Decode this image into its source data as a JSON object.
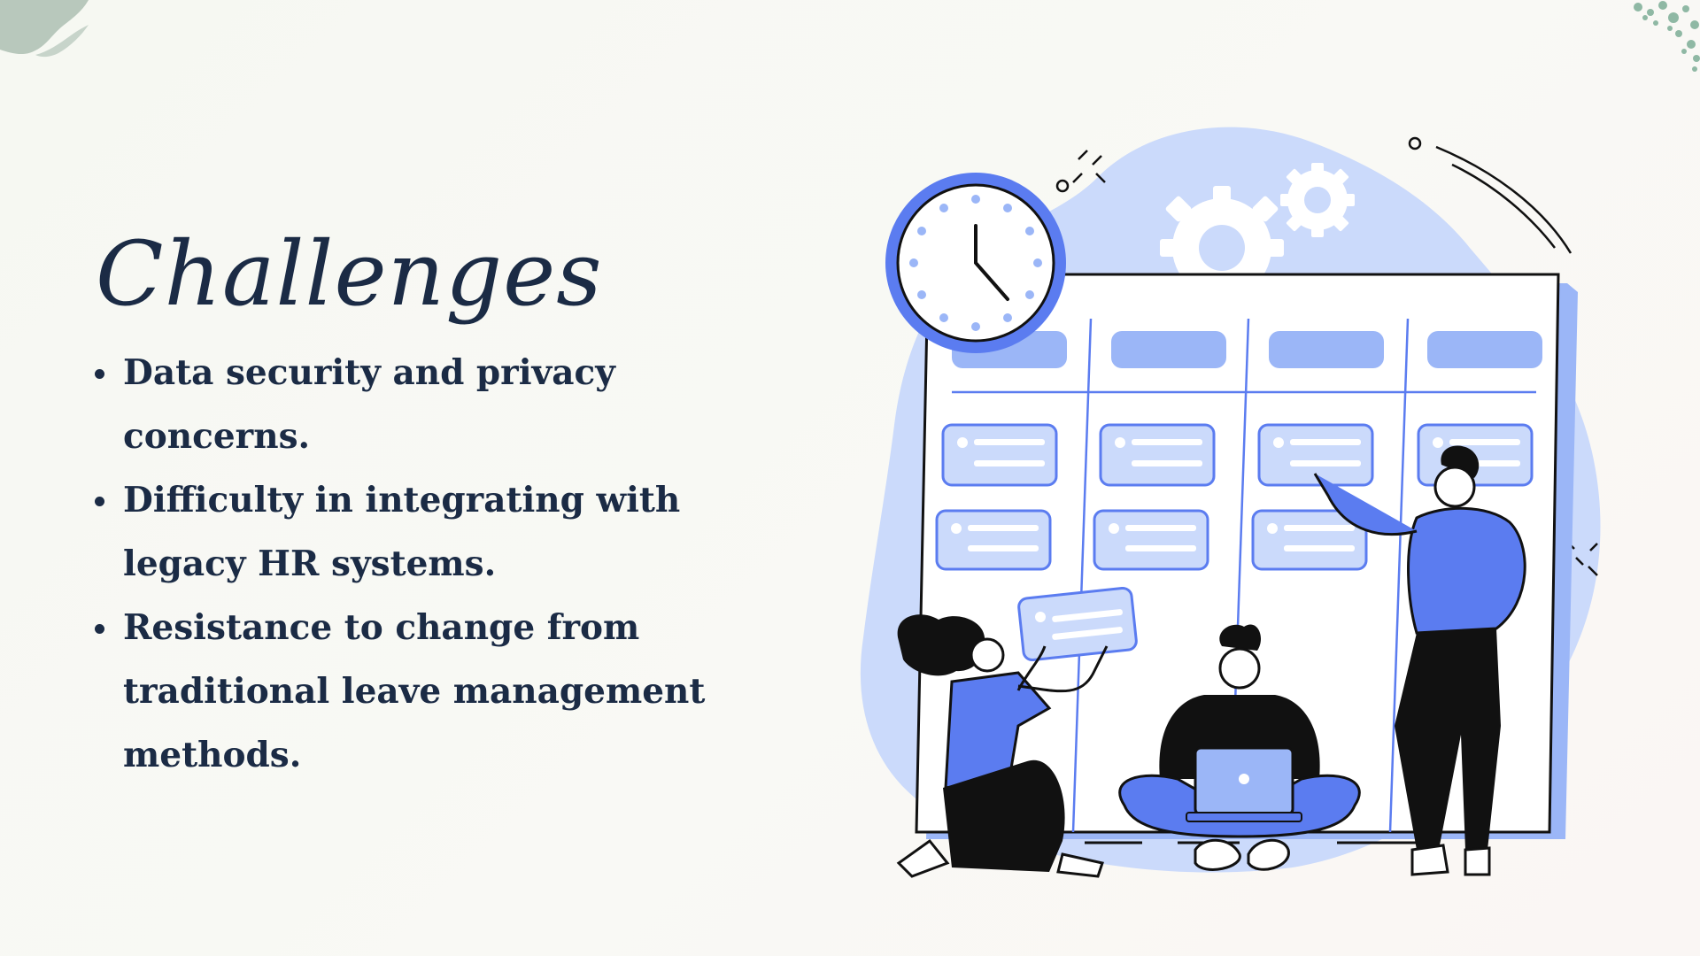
{
  "slide": {
    "title": "Challenges",
    "bullets": [
      "Data security and privacy concerns.",
      "Difficulty in integrating with legacy HR systems.",
      "Resistance to change from traditional leave management methods."
    ]
  },
  "colors": {
    "background": "#f7f7f2",
    "text": "#1b2b45",
    "accent_blue": "#5b7cf0",
    "light_blue": "#c9d8fb",
    "mid_blue": "#9bb6f7",
    "corner_green": "#9fb8a8"
  },
  "illustration": {
    "icons": [
      "clock-icon",
      "gear-icon",
      "kanban-board",
      "laptop-icon",
      "sparkle-icon"
    ]
  }
}
